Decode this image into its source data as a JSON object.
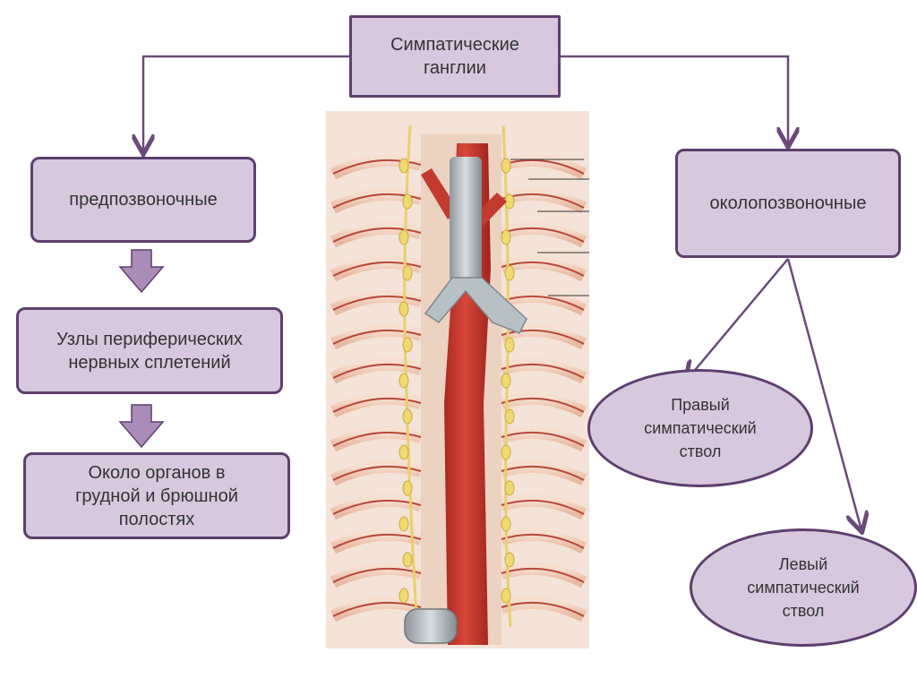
{
  "root": {
    "label": "Симпатические\nганглии"
  },
  "left": {
    "prevertebral": "предпозвоночные",
    "plexus_nodes": "Узлы периферических\nнервных сплетений",
    "near_organs": "Около   органов  в\nгрудной и брюшной\nполостях"
  },
  "right": {
    "paravertebral": "околопозвоночные",
    "right_trunk": "Правый\nсимпатический\nствол",
    "left_trunk": "Левый\nсимпатический\nствол"
  },
  "colors": {
    "box_fill": "#d7c8de",
    "box_border": "#5e3f6d",
    "arrow_fill": "#a98db8",
    "connector": "#6b4a7b"
  },
  "illustration": {
    "subject": "sympathetic-trunk-anatomy-illustration"
  }
}
